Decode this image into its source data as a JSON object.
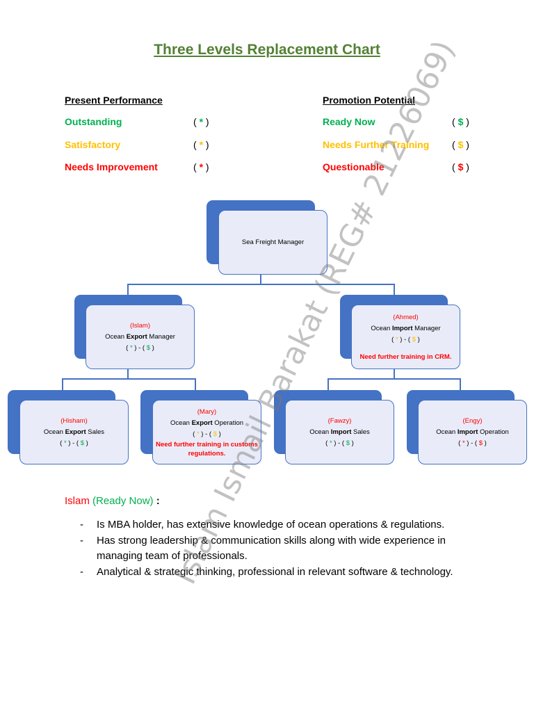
{
  "title": "Three Levels Replacement Chart",
  "legend": {
    "performance_heading": "Present Performance",
    "potential_heading": "Promotion Potential",
    "performance": [
      {
        "label": "Outstanding",
        "symbol": "*",
        "color": "#00b050"
      },
      {
        "label": "Satisfactory",
        "symbol": "*",
        "color": "#ffc000"
      },
      {
        "label": "Needs Improvement",
        "symbol": "*",
        "color": "#ff0000"
      }
    ],
    "potential": [
      {
        "label": "Ready Now",
        "symbol": "$",
        "color": "#00b050"
      },
      {
        "label": "Needs Further Training",
        "symbol": "$",
        "color": "#ffc000"
      },
      {
        "label": "Questionable",
        "symbol": "$",
        "color": "#ff0000"
      }
    ]
  },
  "org": {
    "top": {
      "role": "Sea Freight Manager"
    },
    "export_manager": {
      "name": "(Islam)",
      "role_pre": "Ocean ",
      "role_bold": "Export",
      "role_post": " Manager",
      "perf": "*",
      "pot": "$"
    },
    "import_manager": {
      "name": "(Ahmed)",
      "role_pre": "Ocean ",
      "role_bold": "Import",
      "role_post": " Manager",
      "perf": "*",
      "pot": "$",
      "note": "Need further training in CRM."
    },
    "export_sales": {
      "name": "(Hisham)",
      "role_pre": "Ocean ",
      "role_bold": "Export",
      "role_post": " Sales",
      "perf": "*",
      "pot": "$"
    },
    "export_operation": {
      "name": "(Mary)",
      "role_pre": "Ocean ",
      "role_bold": "Export",
      "role_post": " Operation",
      "perf": "*",
      "pot": "$",
      "note": "Need further training in customs regulations."
    },
    "import_sales": {
      "name": "(Fawzy)",
      "role_pre": "Ocean ",
      "role_bold": "Import",
      "role_post": " Sales",
      "perf": "*",
      "pot": "$"
    },
    "import_operation": {
      "name": "(Engy)",
      "role_pre": "Ocean ",
      "role_bold": "Import",
      "role_post": " Operation",
      "perf": "*",
      "pot": "$"
    }
  },
  "watermark": "Islam Ismail Barakat (REG# 21226069)",
  "description": {
    "name": "Islam",
    "status": "(Ready Now)",
    "colon": " :",
    "bullets": [
      "Is MBA holder, has extensive knowledge of ocean operations & regulations.",
      "Has strong leadership & communication skills along with wide experience in managing team of professionals.",
      "Analytical & strategic thinking, professional in relevant software & technology."
    ]
  },
  "colors": {
    "title": "#538135",
    "box_dark": "#4472c4",
    "box_light": "#e9ecf8",
    "outstanding": "#00b050",
    "satisfactory": "#ffc000",
    "improvement": "#ff0000"
  }
}
